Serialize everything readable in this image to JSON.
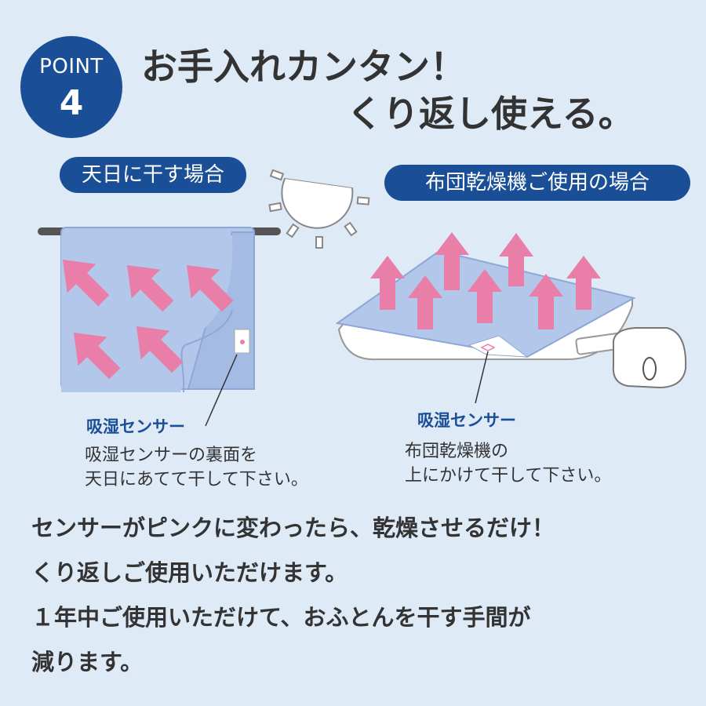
{
  "badge": {
    "word": "POINT",
    "number": "4"
  },
  "headline": {
    "line1": "お手入れカンタン！",
    "line2": "くり返し使える。"
  },
  "left_panel": {
    "title": "天日に干す場合",
    "sensor_label": "吸湿センサー",
    "desc_line1": "吸湿センサーの裏面を",
    "desc_line2": "天日にあてて干して下さい。"
  },
  "right_panel": {
    "title": "布団乾燥機ご使用の場合",
    "sensor_label": "吸湿センサー",
    "desc_line1": "布団乾燥機の",
    "desc_line2": "上にかけて干して下さい。"
  },
  "body": {
    "line1": "センサーがピンクに変わったら、乾燥させるだけ！",
    "line2": "くり返しご使用いただけます。",
    "line3": "１年中ご使用いただけて、おふとんを干す手間が",
    "line4": "減ります。"
  },
  "colors": {
    "navy": "#1a4f97",
    "pink_arrow": "#e97fa9",
    "pad_blue": "#aec3e8",
    "background": "#dfeaf7"
  }
}
